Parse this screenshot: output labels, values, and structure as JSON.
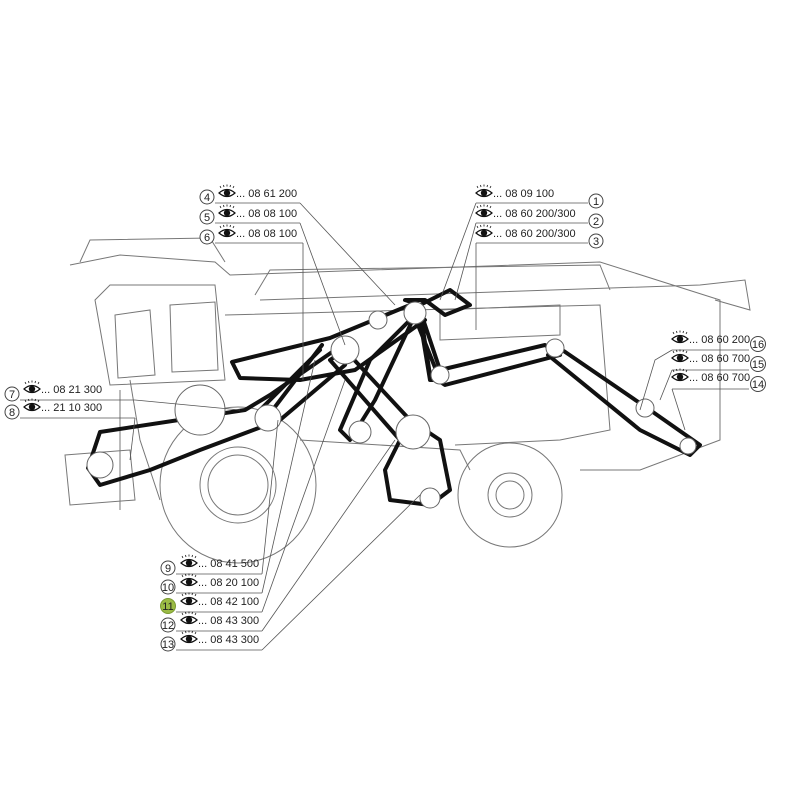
{
  "diagram": {
    "title": "Combine belt drive overview",
    "labels": [
      {
        "num": "1",
        "code": "... 08 09 100"
      },
      {
        "num": "2",
        "code": "... 08 60 200/300"
      },
      {
        "num": "3",
        "code": "... 08 60 200/300"
      },
      {
        "num": "4",
        "code": "... 08 61 200"
      },
      {
        "num": "5",
        "code": "... 08 08 100"
      },
      {
        "num": "6",
        "code": "... 08 08 100"
      },
      {
        "num": "7",
        "code": "... 08 21 300"
      },
      {
        "num": "8",
        "code": "... 21 10 300"
      },
      {
        "num": "9",
        "code": "... 08 41 500"
      },
      {
        "num": "10",
        "code": "... 08 20 100"
      },
      {
        "num": "11",
        "code": "... 08 42 100"
      },
      {
        "num": "12",
        "code": "... 08 43 300"
      },
      {
        "num": "13",
        "code": "... 08 43 300"
      },
      {
        "num": "14",
        "code": "... 08 60 700"
      },
      {
        "num": "15",
        "code": "... 08 60 700"
      },
      {
        "num": "16",
        "code": "... 08 60 200"
      }
    ],
    "highlight_color": "#9bbb45"
  }
}
